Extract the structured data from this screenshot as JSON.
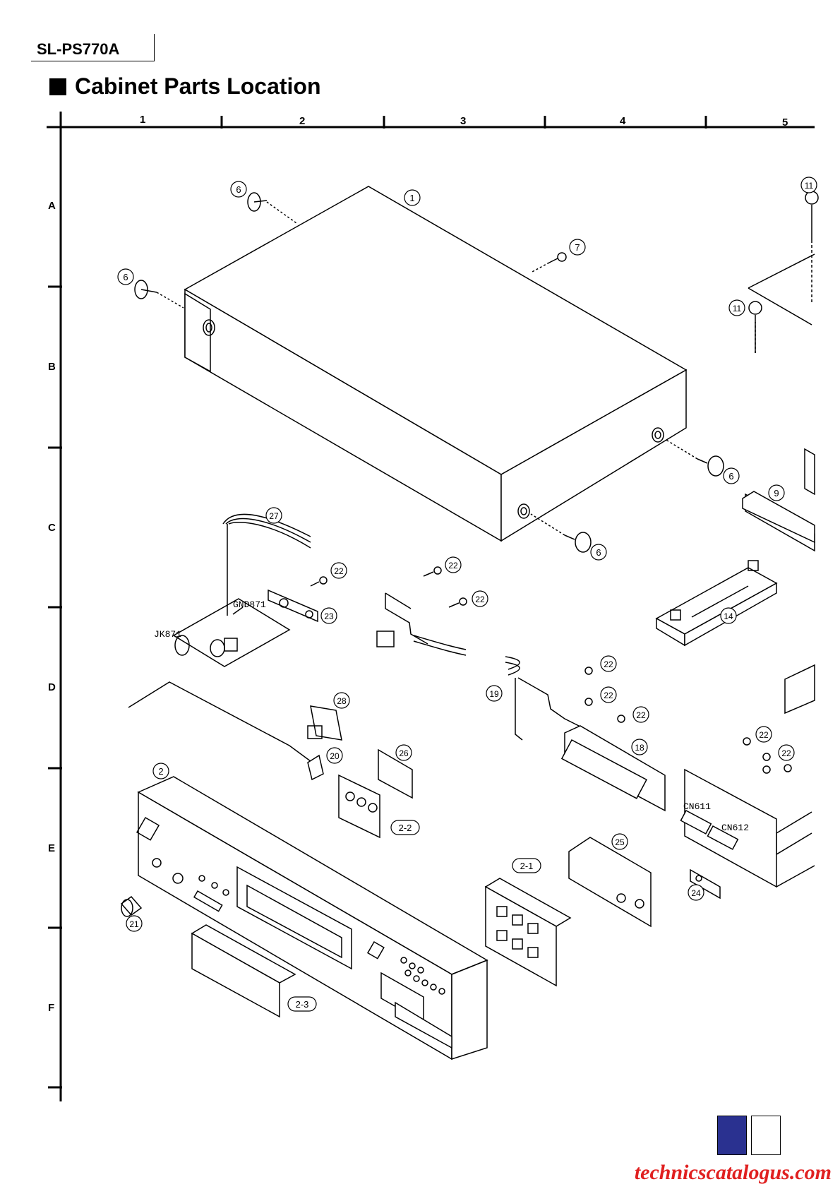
{
  "header": {
    "model": "SL-PS770A",
    "section_title": "Cabinet Parts Location"
  },
  "grid": {
    "columns": [
      "1",
      "2",
      "3",
      "4",
      "5"
    ],
    "rows": [
      "A",
      "B",
      "C",
      "D",
      "E",
      "F"
    ]
  },
  "callouts": [
    "1",
    "2",
    "2-1",
    "2-2",
    "2-3",
    "6",
    "7",
    "9",
    "11",
    "14",
    "18",
    "19",
    "20",
    "21",
    "22",
    "23",
    "24",
    "25",
    "26",
    "27",
    "28"
  ],
  "component_labels": {
    "jk871": "JK871",
    "gnd871": "GND871",
    "cn611": "CN611",
    "cn612": "CN612"
  },
  "footer": {
    "link": "technicscatalogus.com",
    "logo_colors": [
      "#2a3190",
      "#ffffff"
    ]
  }
}
